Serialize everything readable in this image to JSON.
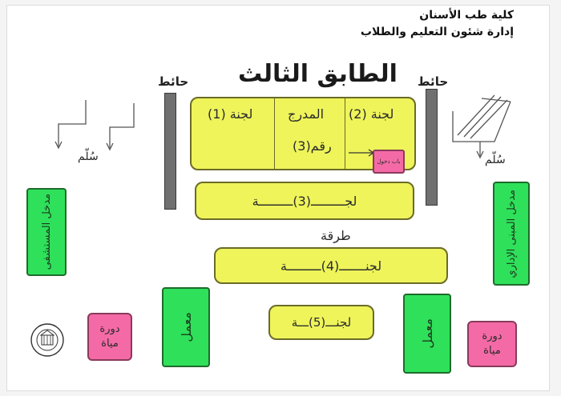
{
  "header": {
    "faculty": "كلية طب الأسنان",
    "department": "إدارة شئون التعليم والطلاب"
  },
  "title": "الطابق الثالث",
  "walls": {
    "left_label": "حائط",
    "right_label": "حائط"
  },
  "stairs": {
    "left_label": "سُلّم",
    "right_label": "سُلّم"
  },
  "rooms": {
    "committee_1": "لجنة (1)",
    "amphitheater": "المدرج",
    "amphitheater_number": "رقم(3)",
    "committee_2": "لجنة (2)",
    "entrance_door": "باب دخول",
    "committee_3": "لجـــــــــ(3)ـــــــــة",
    "corridor": "طرقة",
    "committee_4": "لجنـــــــ(4)ـــــــــة",
    "committee_5": "لجنـــ(5)ـــة",
    "hospital_entrance": "مدخل المستشفى",
    "admin_building_entrance": "مدخل المبنى الإداري",
    "lab_left": "معمل",
    "lab_right": "معمل",
    "wc_left": "دورة مياة",
    "wc_right": "دورة مياة"
  },
  "colors": {
    "committee": "#eef45a",
    "entrance": "#2fe05a",
    "lab": "#2fe05a",
    "restroom": "#f46aa6",
    "wall": "#707070"
  }
}
